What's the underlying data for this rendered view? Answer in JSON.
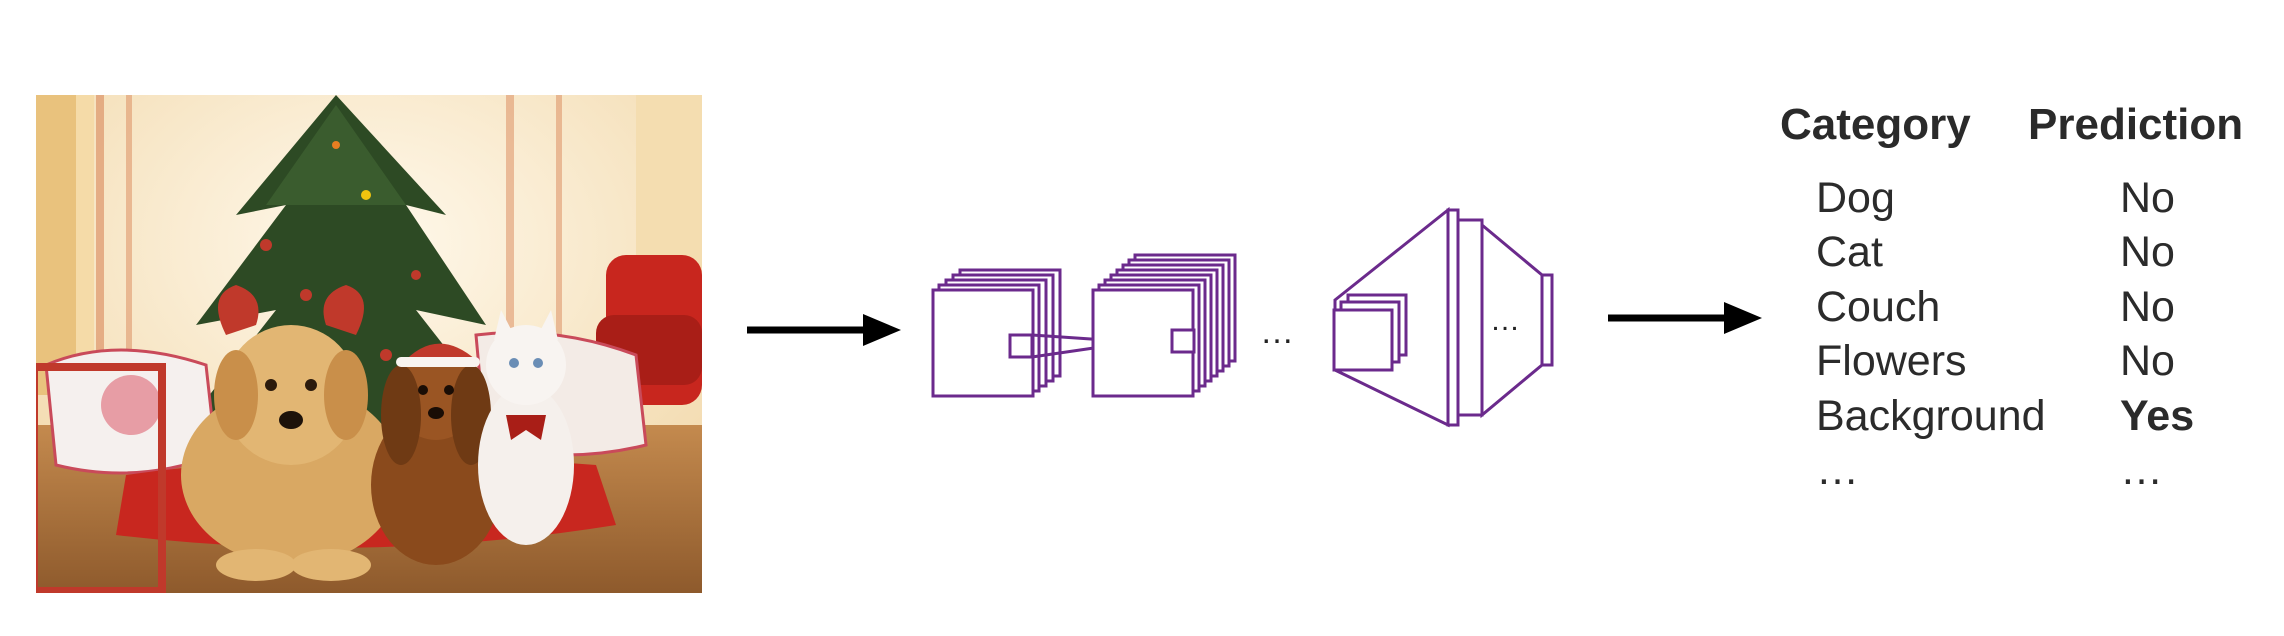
{
  "diagram": {
    "accent_color": "#6b2a8c",
    "box_color": "#c0392b",
    "arrow_color": "#000000",
    "photo": {
      "subjects": [
        "dog-icon",
        "dog-icon",
        "cat-icon",
        "christmas-tree-icon"
      ],
      "selection_box": "region-box"
    },
    "network_ellipsis_1": "…",
    "network_ellipsis_2": "…"
  },
  "table": {
    "headers": {
      "category": "Category",
      "prediction": "Prediction"
    },
    "rows": [
      {
        "category": "Dog",
        "prediction": "No",
        "bold": false
      },
      {
        "category": "Cat",
        "prediction": "No",
        "bold": false
      },
      {
        "category": "Couch",
        "prediction": "No",
        "bold": false
      },
      {
        "category": "Flowers",
        "prediction": "No",
        "bold": false
      },
      {
        "category": "Background",
        "prediction": "Yes",
        "bold": true
      },
      {
        "category": "…",
        "prediction": "…",
        "bold": false
      }
    ]
  }
}
